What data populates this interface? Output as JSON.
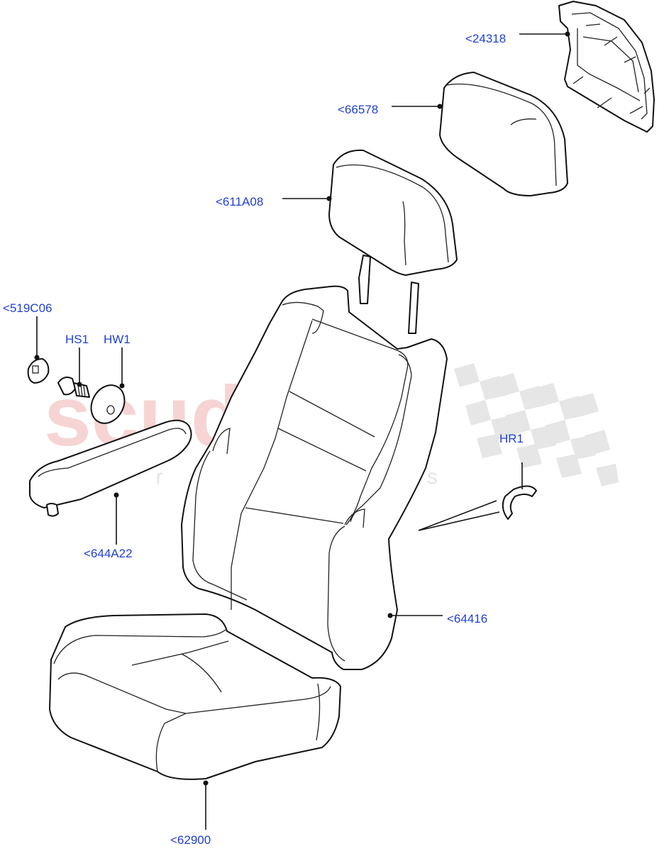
{
  "watermark": {
    "brand": "scuderia",
    "tagline": "car parts"
  },
  "callouts": {
    "c24318": "<24318",
    "c66578": "<66578",
    "c611A08": "<611A08",
    "c519C06": "<519C06",
    "cHS1": "HS1",
    "cHW1": "HW1",
    "c644A22": "<644A22",
    "cHR1": "HR1",
    "c64416": "<64416",
    "c62900": "<62900"
  },
  "colors": {
    "label": "#1f3fd6",
    "line": "#111111",
    "watermark_red": "#f6d4d4",
    "watermark_grey": "#e6e6e6"
  }
}
